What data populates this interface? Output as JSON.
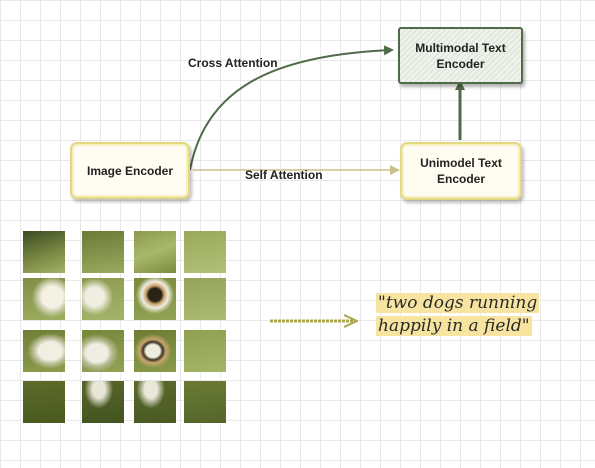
{
  "nodes": {
    "image_encoder": "Image Encoder",
    "multimodal_encoder": "Multimodal Text Encoder",
    "unimodel_encoder": "Unimodel Text Encoder"
  },
  "edges": {
    "cross_attention": "Cross Attention",
    "self_attention": "Self Attention"
  },
  "caption": {
    "line1": "\"two dogs running",
    "line2": "happily in a field\""
  },
  "image_grid": {
    "rows": 4,
    "cols": 4,
    "subject": "two dogs running in a grassy field"
  },
  "colors": {
    "edge_green": "#4f6b4a",
    "edge_tan": "#c9c08a",
    "box_border_yellow": "#e3d884",
    "highlight": "#f6e4a0",
    "arrow_olive": "#a9a64f"
  }
}
